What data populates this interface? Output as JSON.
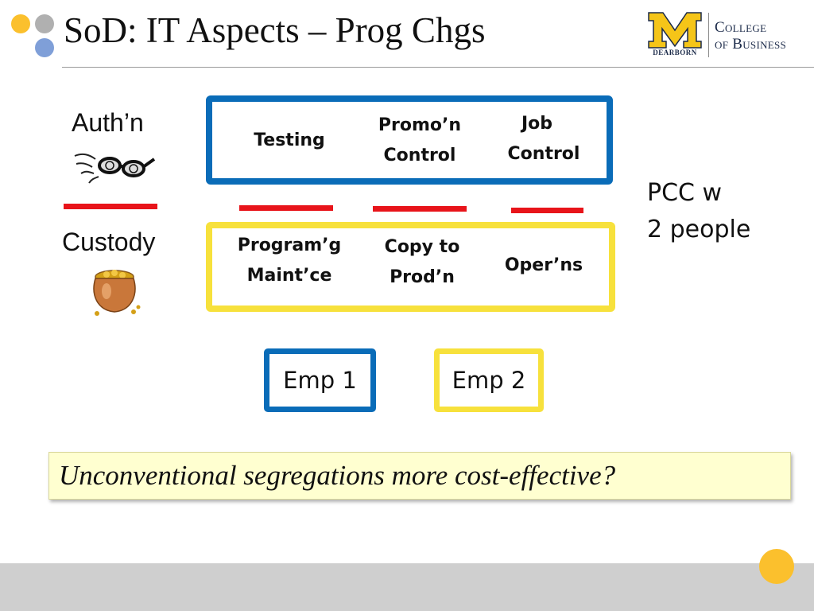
{
  "slide": {
    "title": "SoD: IT Aspects – Prog Chgs",
    "colors": {
      "blue": "#0a6cb8",
      "yellow": "#f7e13c",
      "red": "#e8141a",
      "dot_yellow": "#fbc02d",
      "dot_gray": "#b0b0b0",
      "dot_blue": "#7f9fd8"
    }
  },
  "logo": {
    "caption": "DEARBORN",
    "line1": "College",
    "line2": "of Business"
  },
  "row_labels": {
    "auth": "Auth’n",
    "custody": "Custody"
  },
  "blue_box": {
    "cells": [
      {
        "line1": "Testing",
        "line2": ""
      },
      {
        "line1": "Promo’n",
        "line2": "Control"
      },
      {
        "line1": "Job",
        "line2": "Control"
      }
    ]
  },
  "yellow_box": {
    "cells": [
      {
        "line1": "Program’g",
        "line2": "Maint’ce"
      },
      {
        "line1": "Copy to",
        "line2": "Prod’n"
      },
      {
        "line1": "Oper’ns",
        "line2": ""
      }
    ]
  },
  "pcc": {
    "line1": "PCC w",
    "line2": "2 people"
  },
  "employees": {
    "emp1": "Emp 1",
    "emp2": "Emp 2"
  },
  "question": "Unconventional segregations more cost-effective?"
}
